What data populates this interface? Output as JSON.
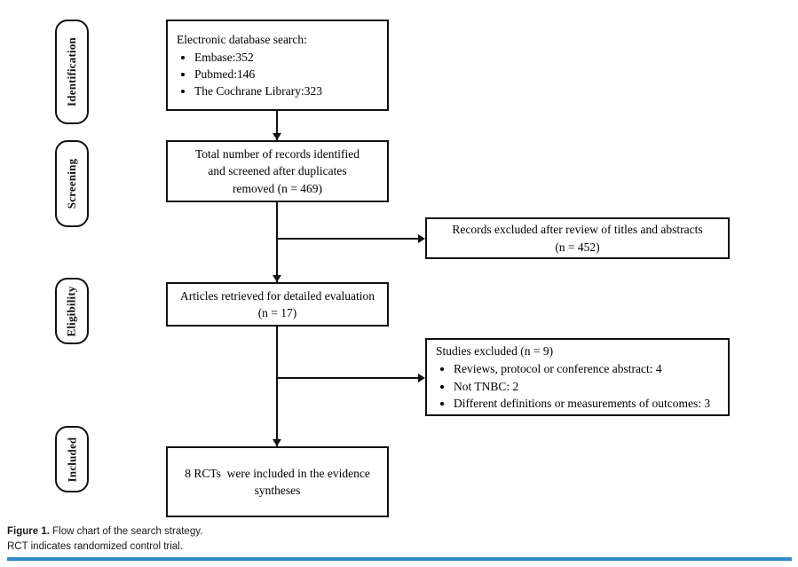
{
  "figure": {
    "caption_label": "Figure 1.",
    "caption_text": "Flow chart of the search strategy.",
    "caption_note": "RCT indicates randomized control trial.",
    "rule_color": "#2e8bc8",
    "line_color": "#111111"
  },
  "stages": [
    {
      "id": "identification",
      "label": "Identification"
    },
    {
      "id": "screening",
      "label": "Screening"
    },
    {
      "id": "eligibility",
      "label": "Eligibility"
    },
    {
      "id": "included",
      "label": "Included"
    }
  ],
  "boxes": {
    "identification": {
      "heading": "Electronic database search:",
      "bullets": [
        "Embase:352",
        "Pubmed:146",
        "The Cochrane Library:323"
      ]
    },
    "screening": {
      "lines": [
        "Total number of records identified",
        "and screened after duplicates",
        "removed (n = 469)"
      ]
    },
    "excluded_titles": {
      "lines": [
        "Records excluded after review of titles and abstracts",
        "(n = 452)"
      ]
    },
    "eligibility": {
      "lines": [
        "Articles retrieved for detailed evaluation",
        "(n = 17)"
      ]
    },
    "excluded_studies": {
      "heading": "Studies excluded (n = 9)",
      "bullets": [
        "Reviews, protocol or conference abstract: 4",
        "Not TNBC: 2",
        "Different definitions or measurements of outcomes: 3"
      ]
    },
    "included": {
      "lines": [
        "8 RCTs  were included in the evidence",
        "syntheses"
      ]
    }
  }
}
